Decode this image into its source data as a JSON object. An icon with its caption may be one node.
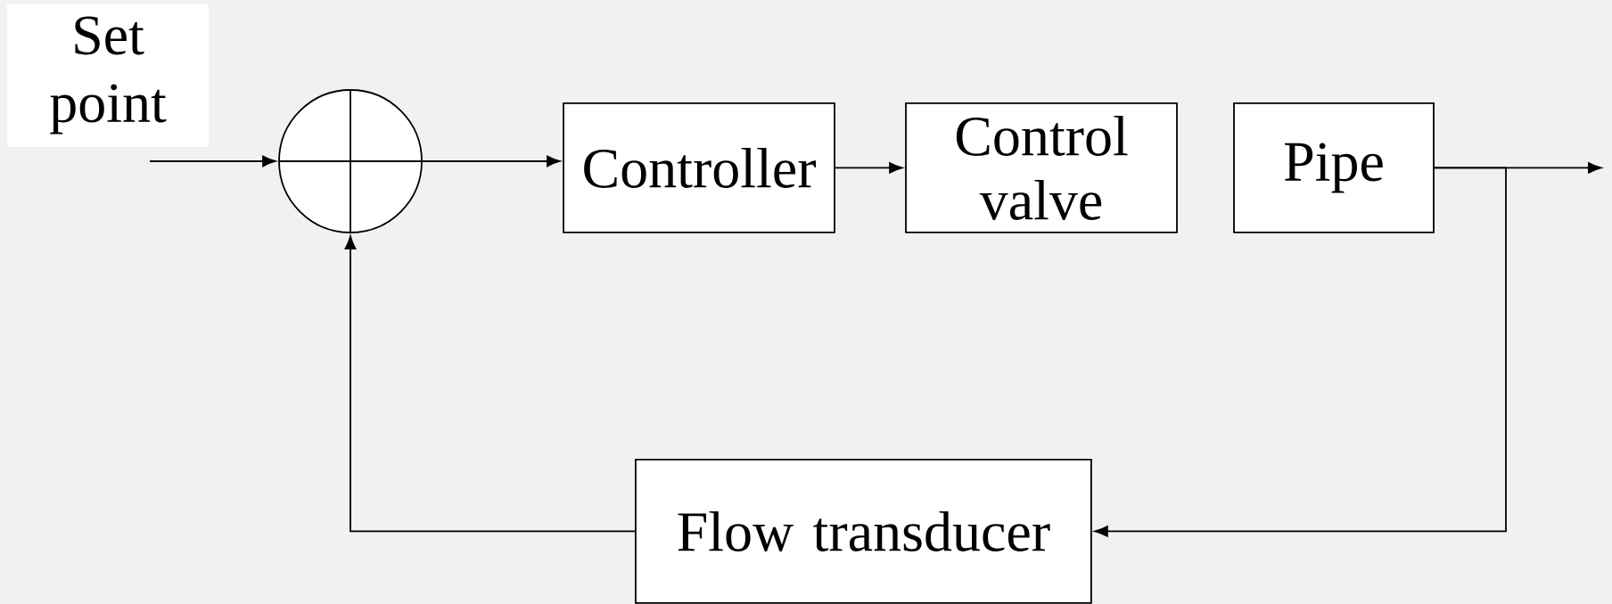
{
  "diagram": {
    "nodes": [
      {
        "text": [
          "Set point"
        ]
      },
      {
        "text": [],
        "shape": "circle"
      },
      {
        "text": [
          "Controller"
        ]
      },
      {
        "text": [
          "Control valve"
        ]
      },
      {
        "text": [
          "Pipe"
        ]
      },
      {
        "text": [
          "Flow transducer"
        ]
      }
    ],
    "edges": [
      {
        "from": 0,
        "to": 1,
        "arrow": "to"
      },
      {
        "from": 1,
        "to": 2,
        "arrow": "to"
      },
      {
        "from": 2,
        "to": 3,
        "arrow": "to"
      },
      {
        "from": 4,
        "to": null,
        "arrow": "to"
      },
      {
        "from": 4,
        "to": 5,
        "arrow": "to"
      },
      {
        "from": 5,
        "to": 1,
        "arrow": "to"
      }
    ]
  }
}
